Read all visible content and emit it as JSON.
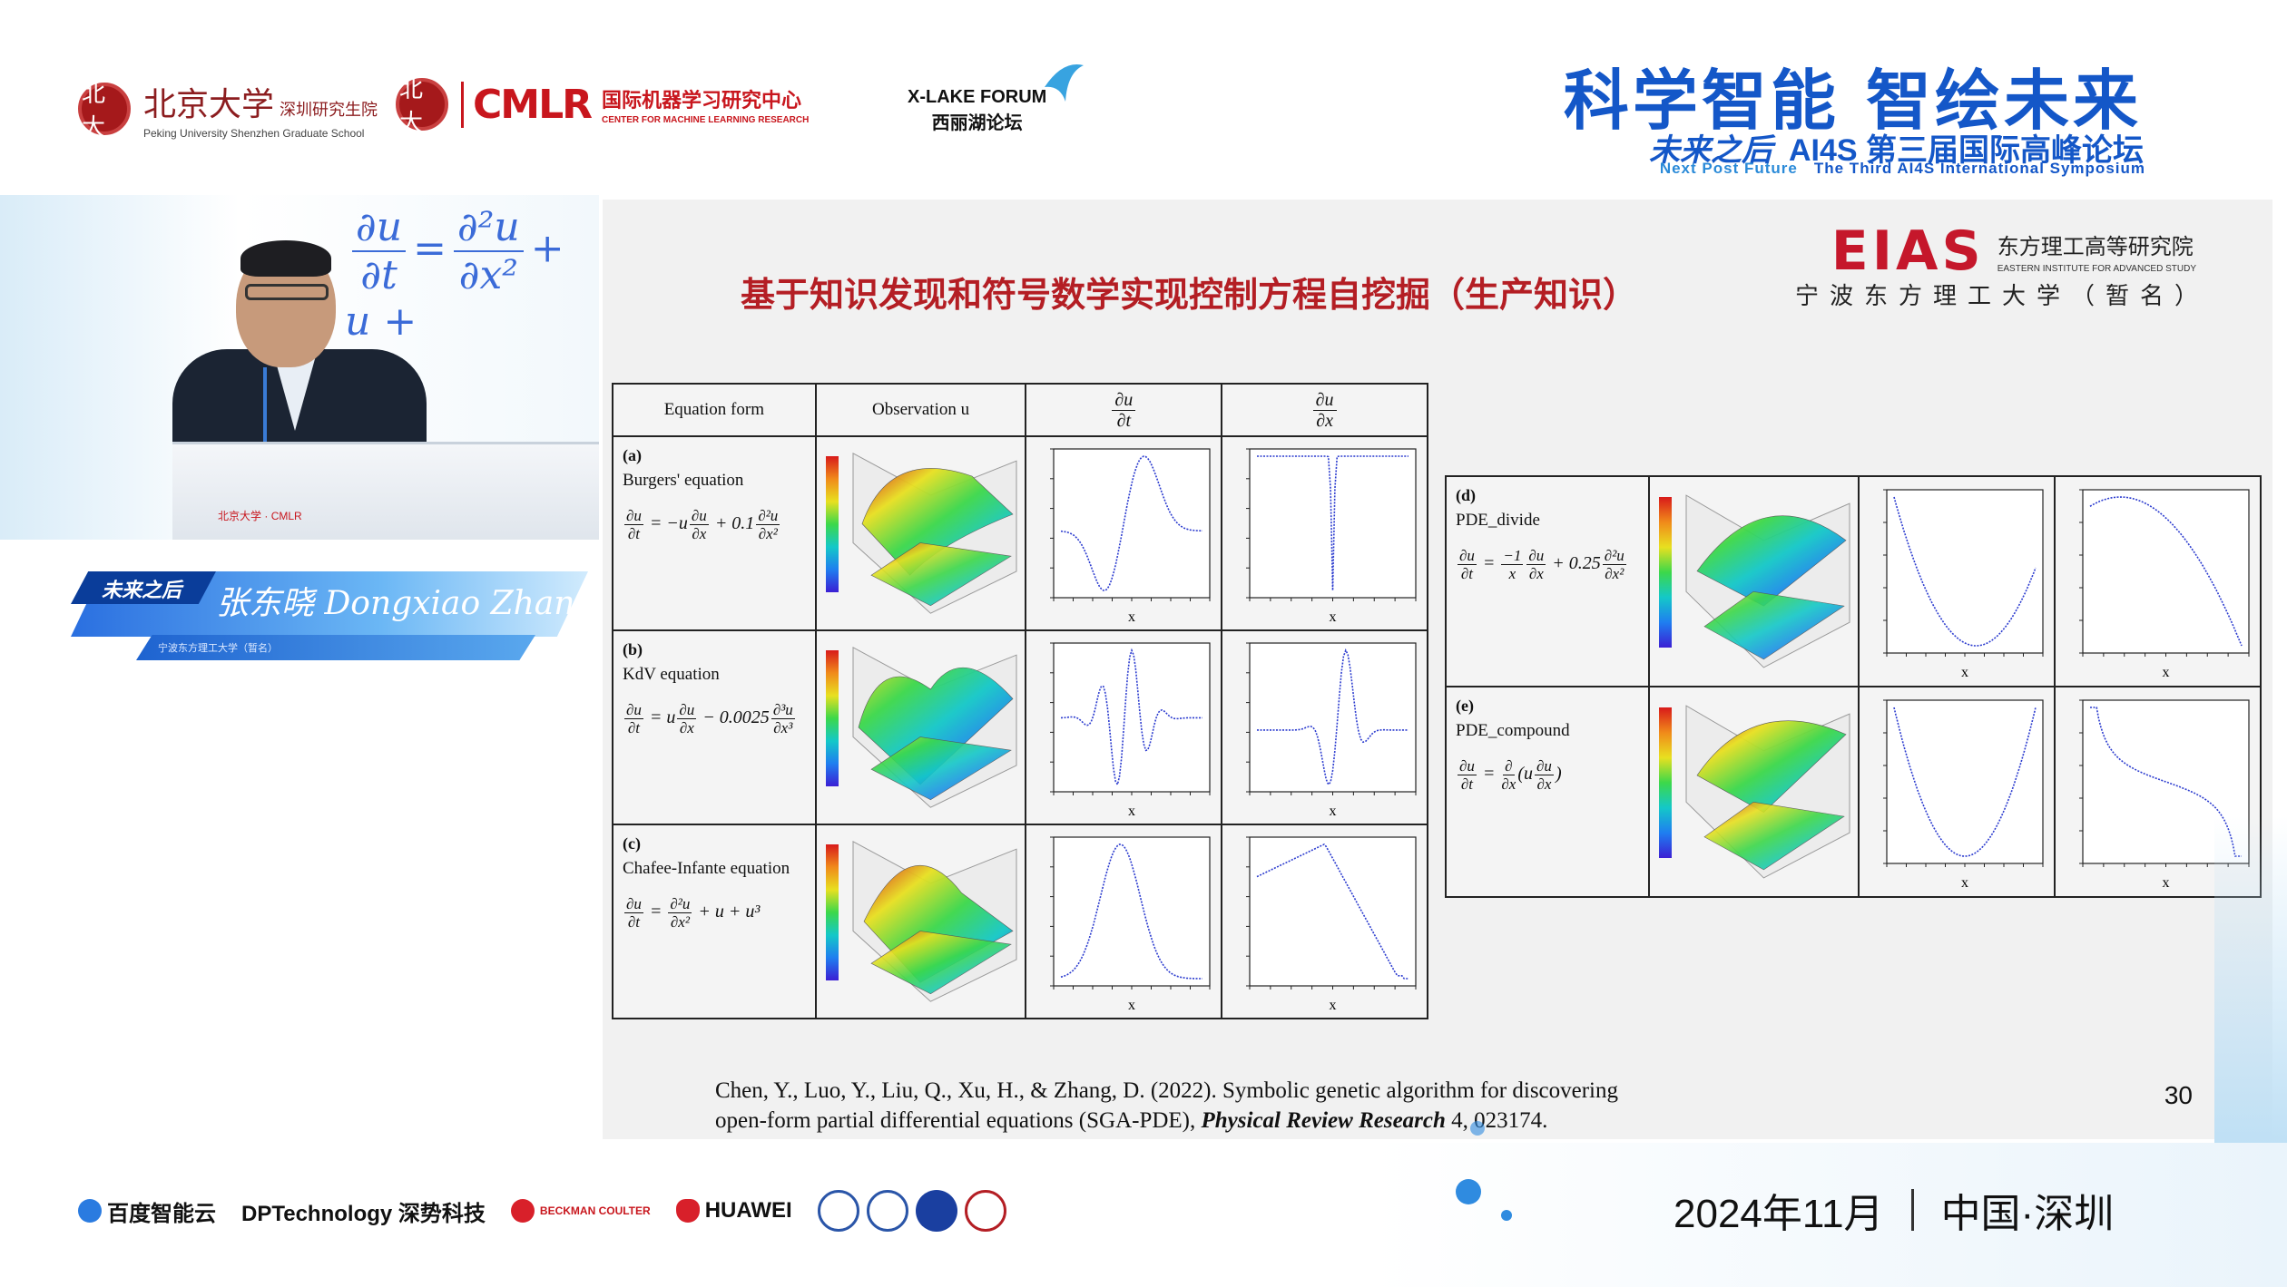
{
  "header": {
    "pku_seal": "北大",
    "pku_cn": "北京大学",
    "pku_cn_sub": "深圳研究生院",
    "pku_en": "Peking University Shenzhen Graduate School",
    "cmlr_mark": "CMLR",
    "cmlr_cn": "国际机器学习研究中心",
    "cmlr_en": "CENTER FOR MACHINE LEARNING RESEARCH",
    "xlake_en": "X-LAKE FORUM",
    "xlake_cn": "西丽湖论坛",
    "symposium_title": "科学智能 智绘未来",
    "future_cn": "未来之后",
    "future_en": "Next Post Future",
    "ai4s_cn": "AI4S 第三届国际高峰论坛",
    "ai4s_en": "The Third AI4S International Symposium"
  },
  "speaker": {
    "banner_tag": "未来之后",
    "name": "张东晓 Dongxiao Zhang",
    "affiliation": "宁波东方理工大学（暂名）"
  },
  "slide": {
    "eias_mark": "EIAS",
    "eias_cn": "东方理工高等研究院",
    "eias_en": "EASTERN INSTITUTE FOR ADVANCED STUDY",
    "university": "宁波东方理工大学（暂名）",
    "title": "基于知识发现和符号数学实现控制方程自挖掘（生产知识）",
    "table_headers": [
      "Equation form",
      "Observation u"
    ],
    "equations_left": [
      {
        "tag": "(a)",
        "name": "Burgers' equation"
      },
      {
        "tag": "(b)",
        "name": "KdV equation"
      },
      {
        "tag": "(c)",
        "name": "Chafee-Infante equation"
      }
    ],
    "equations_right": [
      {
        "tag": "(d)",
        "name": "PDE_divide"
      },
      {
        "tag": "(e)",
        "name": "PDE_compound"
      }
    ],
    "axis_label": "x",
    "citation_line1": "Chen, Y., Luo, Y., Liu, Q., Xu, H., & Zhang, D. (2022). Symbolic genetic algorithm for discovering",
    "citation_line2_pre": "open-form partial differential equations (SGA-PDE),",
    "citation_journal": "Physical Review Research",
    "citation_line2_post": "4, 023174.",
    "page_number": "30"
  },
  "footer": {
    "sponsors": [
      "百度智能云",
      "DPTechnology 深势科技",
      "BECKMAN COULTER",
      "HUAWEI"
    ],
    "date": "2024年11月",
    "location": "中国·深圳"
  },
  "colors": {
    "brand_blue": "#1457c8",
    "title_red": "#b41e24",
    "eias_red": "#c5172b",
    "plot_line": "#2c3ccf"
  }
}
